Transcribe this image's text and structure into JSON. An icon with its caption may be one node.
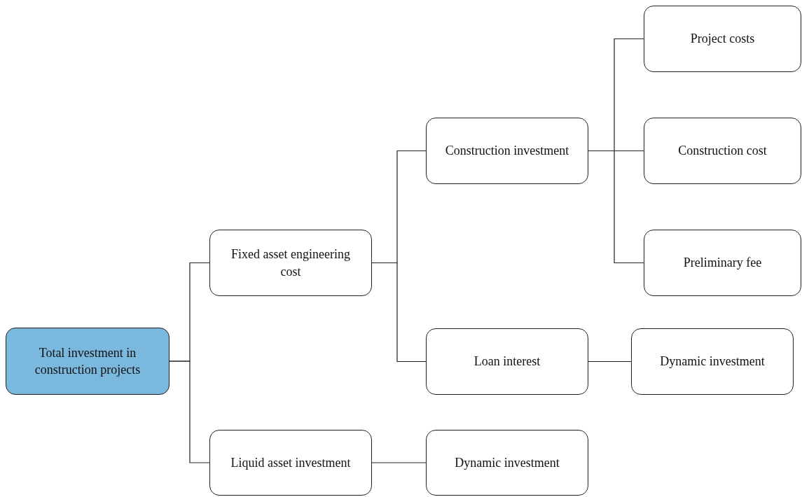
{
  "diagram": {
    "nodes": [
      {
        "text": [
          "Total investment in construction projects"
        ]
      },
      {
        "text": [
          "Fixed asset engineering cost"
        ]
      },
      {
        "text": [
          "Liquid asset investment"
        ]
      },
      {
        "text": [
          "Construction investment"
        ]
      },
      {
        "text": [
          "Loan interest"
        ]
      },
      {
        "text": [
          "Dynamic investment"
        ]
      },
      {
        "text": [
          "Project costs"
        ]
      },
      {
        "text": [
          "Construction cost"
        ]
      },
      {
        "text": [
          "Preliminary fee"
        ]
      },
      {
        "text": [
          "Dynamic investment"
        ]
      }
    ],
    "edges": [
      {
        "from": 0,
        "to": 1,
        "arrow": "none"
      },
      {
        "from": 0,
        "to": 2,
        "arrow": "none"
      },
      {
        "from": 1,
        "to": 3,
        "arrow": "none"
      },
      {
        "from": 1,
        "to": 4,
        "arrow": "none"
      },
      {
        "from": 3,
        "to": 6,
        "arrow": "none"
      },
      {
        "from": 3,
        "to": 7,
        "arrow": "none"
      },
      {
        "from": 3,
        "to": 8,
        "arrow": "none"
      },
      {
        "from": 4,
        "to": 9,
        "arrow": "none"
      },
      {
        "from": 2,
        "to": 5,
        "arrow": "none"
      }
    ]
  }
}
